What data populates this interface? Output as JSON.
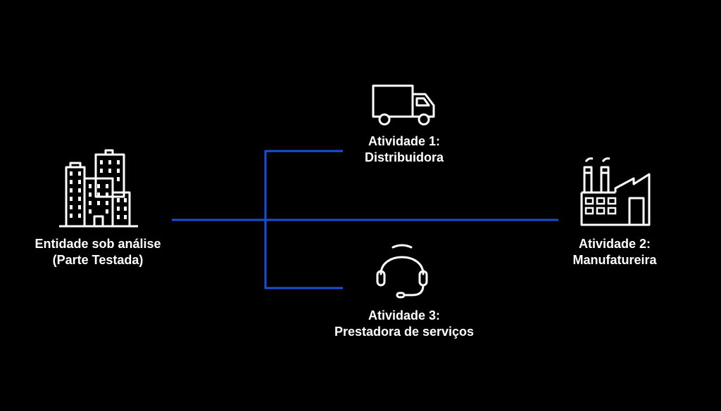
{
  "colors": {
    "background": "#000000",
    "connector": "#1a4fd6",
    "icon_stroke": "#ffffff",
    "text": "#ffffff"
  },
  "nodes": {
    "entity": {
      "icon": "office-buildings-icon",
      "line1": "Entidade sob análise",
      "line2": "(Parte Testada)"
    },
    "activity1": {
      "icon": "delivery-truck-icon",
      "line1": "Atividade 1:",
      "line2": "Distribuidora"
    },
    "activity2": {
      "icon": "factory-icon",
      "line1": "Atividade 2:",
      "line2": "Manufatureira"
    },
    "activity3": {
      "icon": "headset-icon",
      "line1": "Atividade 3:",
      "line2": "Prestadora de serviços"
    }
  }
}
